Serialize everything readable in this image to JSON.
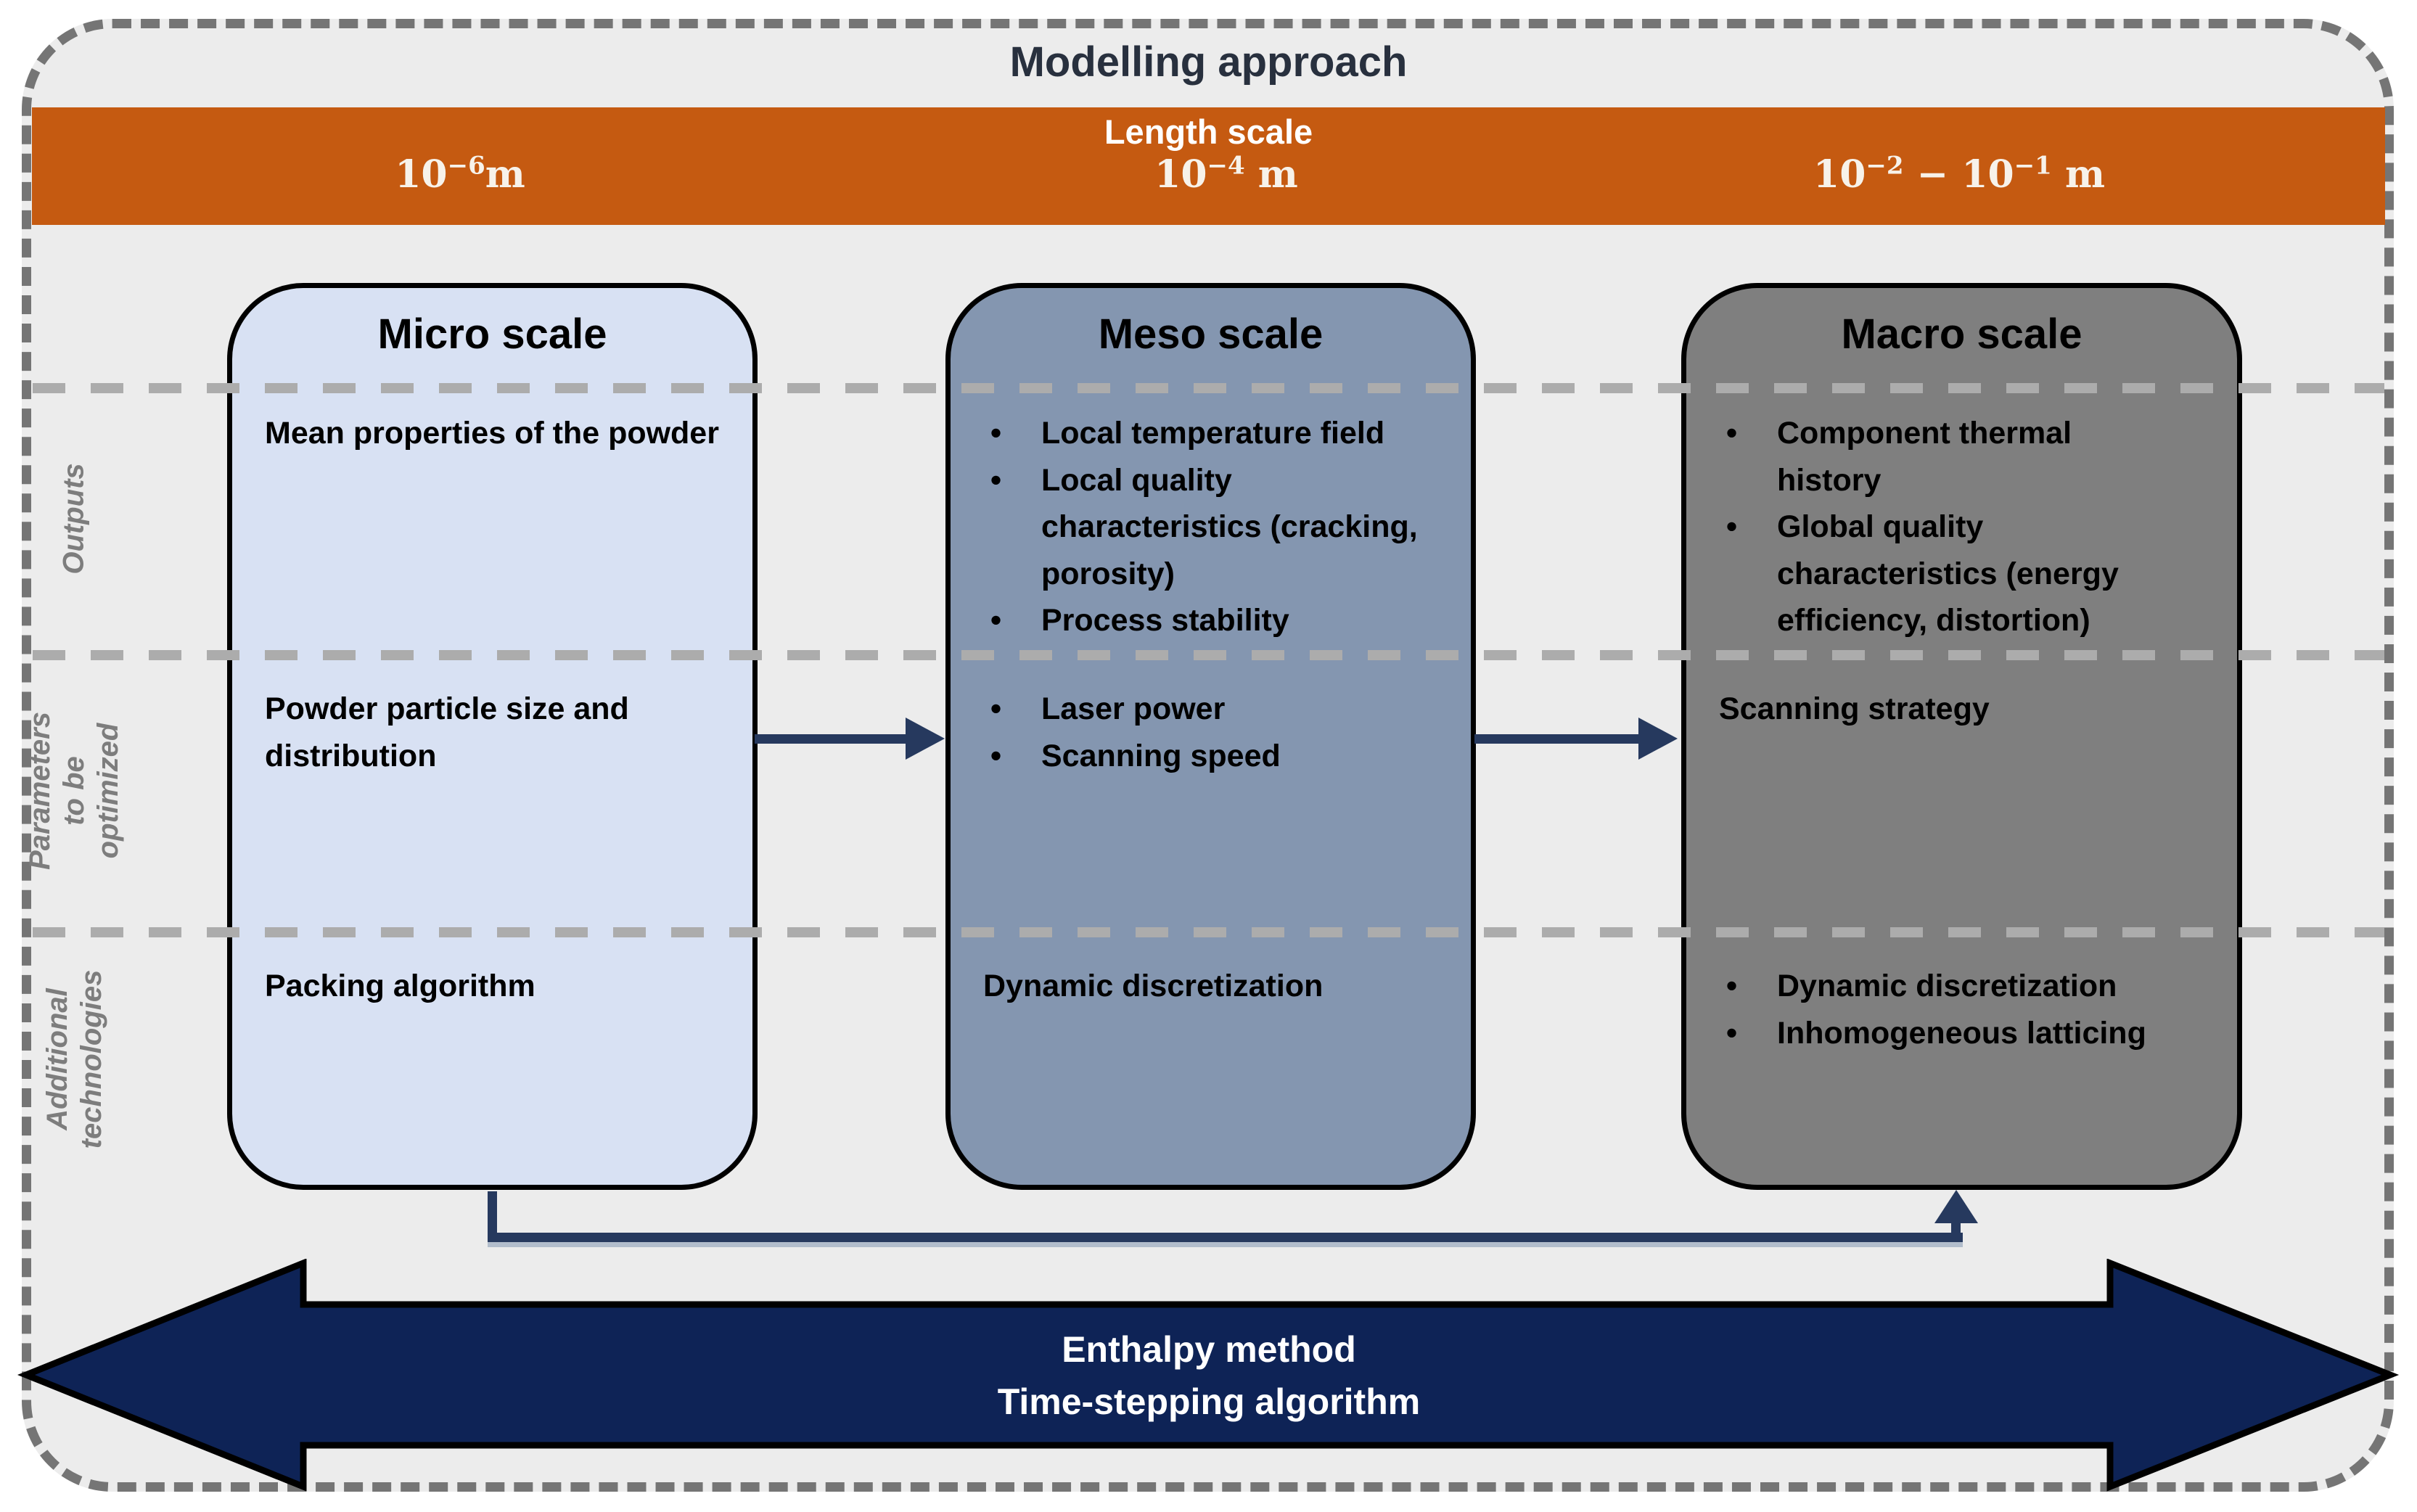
{
  "title": "Modelling approach",
  "band": {
    "label": "Length scale",
    "micro": {
      "base": "10",
      "exp": "−6",
      "unit": "m"
    },
    "meso": {
      "base": "10",
      "exp": "−4",
      "unit": " m"
    },
    "macro": {
      "base": "10",
      "exp": "−2",
      "mid": " − 10",
      "exp2": "−1",
      "unit": " m"
    }
  },
  "side_labels": {
    "outputs": "Outputs",
    "parameters": "Parameters\nto be\noptimized",
    "technologies": "Additional\ntechnologies"
  },
  "bullet_char": "•",
  "columns": [
    {
      "title": "Micro scale",
      "outputs": [
        "Mean properties of the powder"
      ],
      "parameters": [
        "Powder particle size and distribution"
      ],
      "technologies": [
        "Packing algorithm"
      ]
    },
    {
      "title": "Meso scale",
      "outputs": [
        "Local temperature field",
        "Local quality characteristics (cracking, porosity)",
        "Process stability"
      ],
      "parameters": [
        "Laser power",
        "Scanning speed"
      ],
      "technologies": [
        "Dynamic discretization"
      ]
    },
    {
      "title": "Macro scale",
      "outputs": [
        "Component thermal history",
        "Global quality characteristics (energy efficiency, distortion)"
      ],
      "parameters": [
        "Scanning strategy"
      ],
      "technologies": [
        "Dynamic discretization",
        "Inhomogeneous latticing"
      ]
    }
  ],
  "bottom_arrow": {
    "line1": "Enthalpy method",
    "line2": "Time-stepping algorithm"
  },
  "colors": {
    "panel_bg": "#ECECEC",
    "band_orange": "#C55A11",
    "micro_fill": "#D8E1F3",
    "meso_fill": "#8496B0",
    "macro_fill": "#7F7F7F",
    "big_arrow_navy": "#0E2356",
    "connector_navy": "#26395E",
    "title_color": "#28303E",
    "separator_gray": "#ACACAC",
    "frame_border_gray": "#757575",
    "side_label_gray": "#7D7D7D"
  }
}
